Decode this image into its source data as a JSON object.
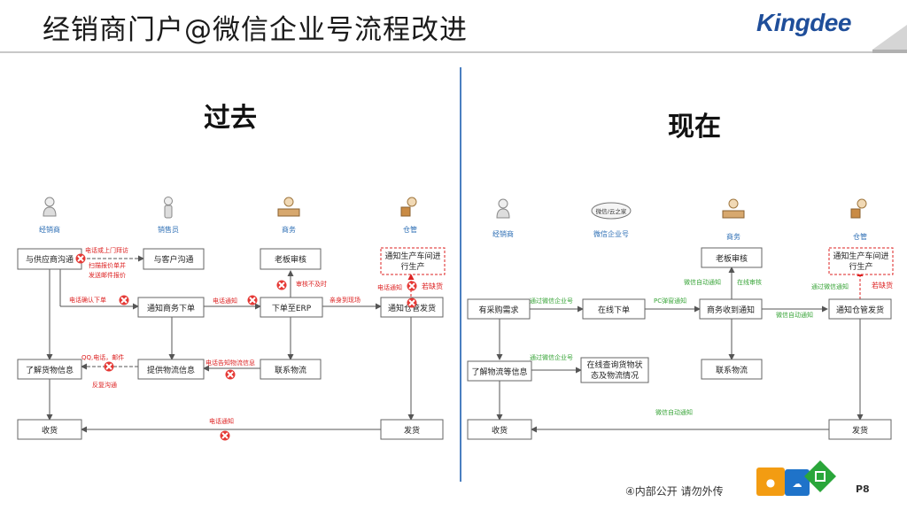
{
  "header": {
    "title": "经销商门户@微信企业号流程改进",
    "logo": "Kingdee"
  },
  "sections": {
    "past": "过去",
    "now": "现在"
  },
  "past": {
    "roles": [
      "经销商",
      "销售员",
      "商务",
      "仓管"
    ],
    "boxes": {
      "b1": "与供应商沟通",
      "b2": "与客户沟通",
      "b3": "老板审核",
      "b4a": "通知生产车间进",
      "b4b": "行生产",
      "b5": "通知商务下单",
      "b6": "下单至ERP",
      "b7": "通知仓管发货",
      "b8": "了解货物信息",
      "b9": "提供物流信息",
      "b10": "联系物流",
      "b11": "收货",
      "b12": "发货"
    },
    "notes": {
      "n1": "电话或上门拜访",
      "n2": "扫描报价单并",
      "n3": "发送邮件报价",
      "n4": "审核不及时",
      "n5": "电话通知",
      "n6": "若缺货",
      "n7": "电话确认下单",
      "n8": "电话通知",
      "n9": "亲身到现场",
      "n10": "QQ,电话，邮件",
      "n11": "反复沟通",
      "n12": "电话告知物流信息",
      "n13": "电话通知"
    }
  },
  "now": {
    "roles": [
      "经销商",
      "微信企业号",
      "商务",
      "仓管"
    ],
    "cloud": "微信/云之家",
    "boxes": {
      "c1": "老板审核",
      "c2a": "通知生产车间进",
      "c2b": "行生产",
      "c3": "有采购需求",
      "c4": "在线下单",
      "c5": "商务收到通知",
      "c6": "通知仓管发货",
      "c7": "了解物流等信息",
      "c8a": "在线查询货物状",
      "c8b": "态及物流情况",
      "c9": "联系物流",
      "c10": "收货",
      "c11": "发货"
    },
    "notes": {
      "m1": "微信自动通知",
      "m2": "在线审核",
      "m3": "通过微信通知",
      "m4": "若缺货",
      "m5": "通过微信企业号",
      "m6": "PC弹窗通知",
      "m7": "微信自动通知",
      "m8": "通过微信企业号",
      "m9": "微信自动通知"
    }
  },
  "footer": {
    "text": "④内部公开 请勿外传",
    "page": "P8"
  }
}
